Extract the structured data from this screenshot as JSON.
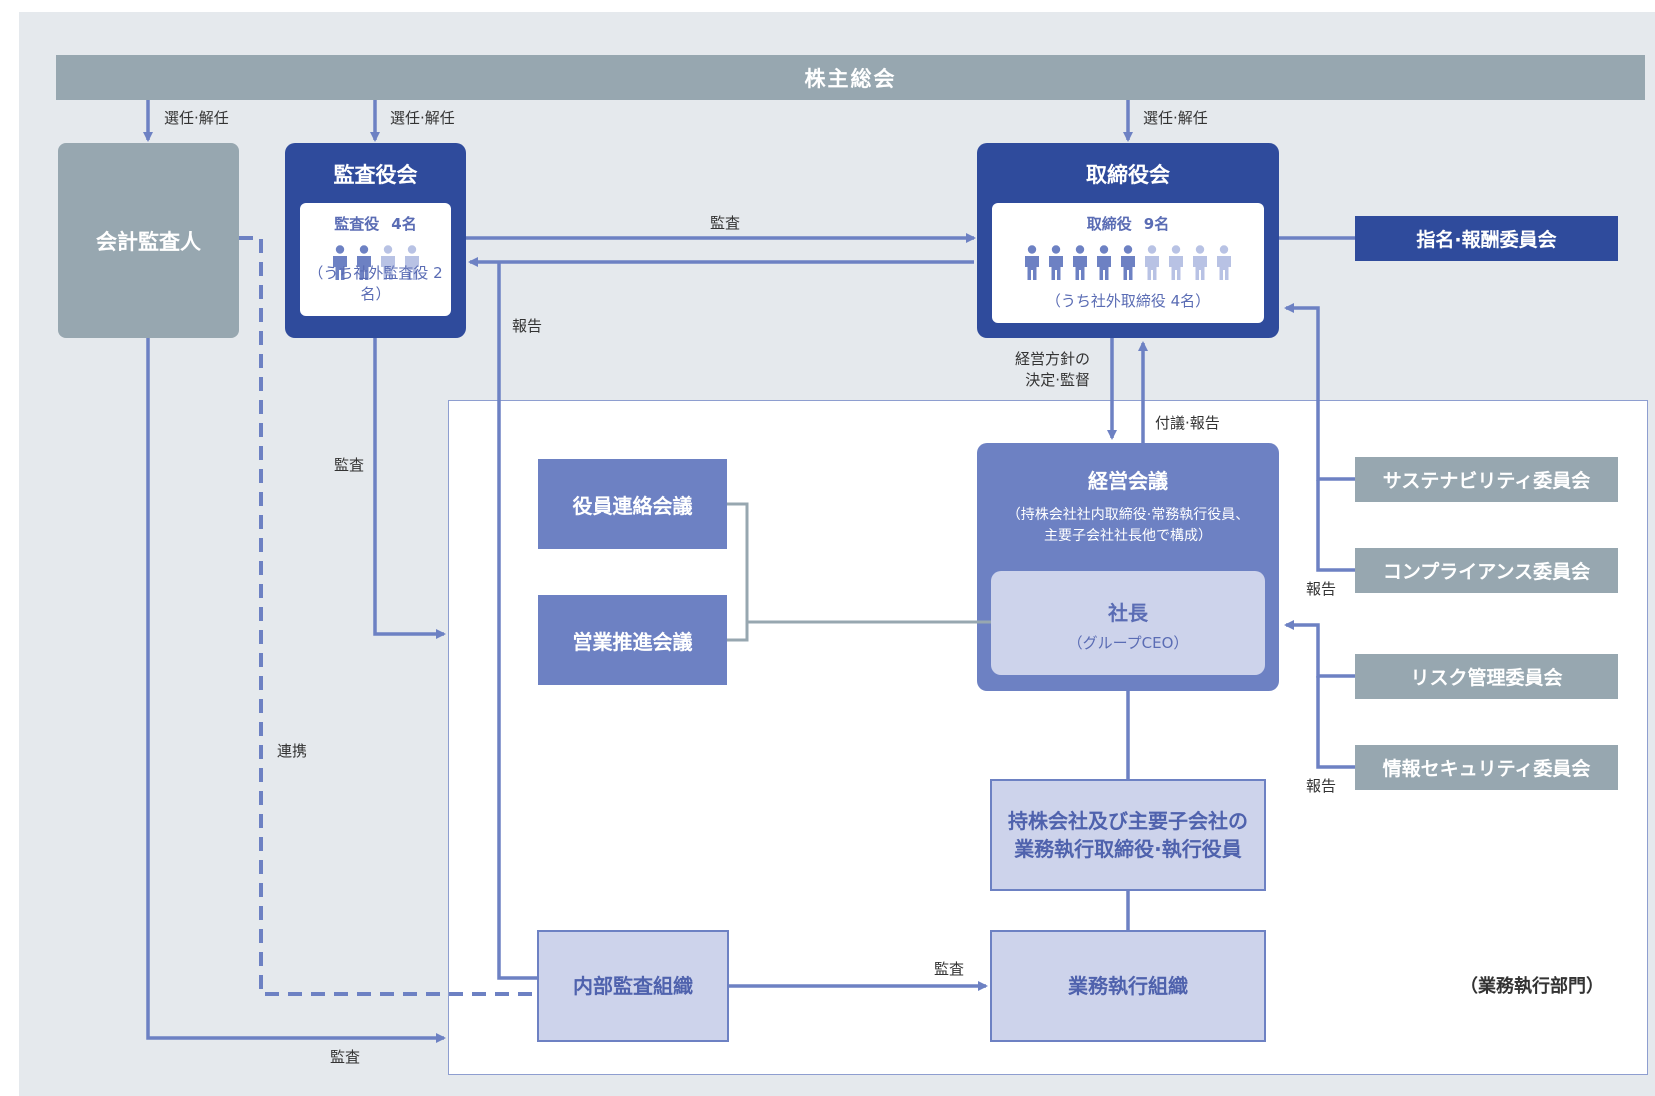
{
  "shareholders_meeting": "株主総会",
  "accounting_auditor": "会計監査人",
  "audit_board": {
    "title": "監査役会",
    "member_label": "監査役",
    "count": "4名",
    "note": "（うち社外監査役 2名）",
    "total": 4,
    "outside": 2
  },
  "board_of_directors": {
    "title": "取締役会",
    "member_label": "取締役",
    "count": "9名",
    "note": "（うち社外取締役 4名）",
    "total": 9,
    "outside": 4
  },
  "nomination_committee": "指名·報酬委員会",
  "committees": {
    "sustainability": "サステナビリティ委員会",
    "compliance": "コンプライアンス委員会",
    "risk": "リスク管理委員会",
    "infosec": "情報セキュリティ委員会"
  },
  "management_meeting": {
    "title": "経営会議",
    "subtitle_line1": "（持株会社社内取締役·常務執行役員、",
    "subtitle_line2": "主要子会社社長他で構成）"
  },
  "president": {
    "title": "社長",
    "subtitle": "（グループCEO）"
  },
  "officers_liaison": "役員連絡会議",
  "sales_promotion": "営業推進会議",
  "executives": {
    "line1": "持株会社及び主要子会社の",
    "line2": "業務執行取締役·執行役員"
  },
  "internal_audit": "内部監査組織",
  "business_org": "業務執行組織",
  "exec_division": "（業務執行部門）",
  "labels": {
    "elect_dismiss": "選任·解任",
    "audit": "監査",
    "report": "報告",
    "coordination": "連携",
    "policy_line1": "経営方針の",
    "policy_line2": "決定·監督",
    "proposal_report": "付議·報告"
  },
  "colors": {
    "navy": "#2f4b9c",
    "mid_blue": "#6d81c3",
    "light_blue": "#cdd3eb",
    "gray": "#97a7b0",
    "line_blue": "#6d81c3",
    "outside_person": "#b8c2e4"
  }
}
